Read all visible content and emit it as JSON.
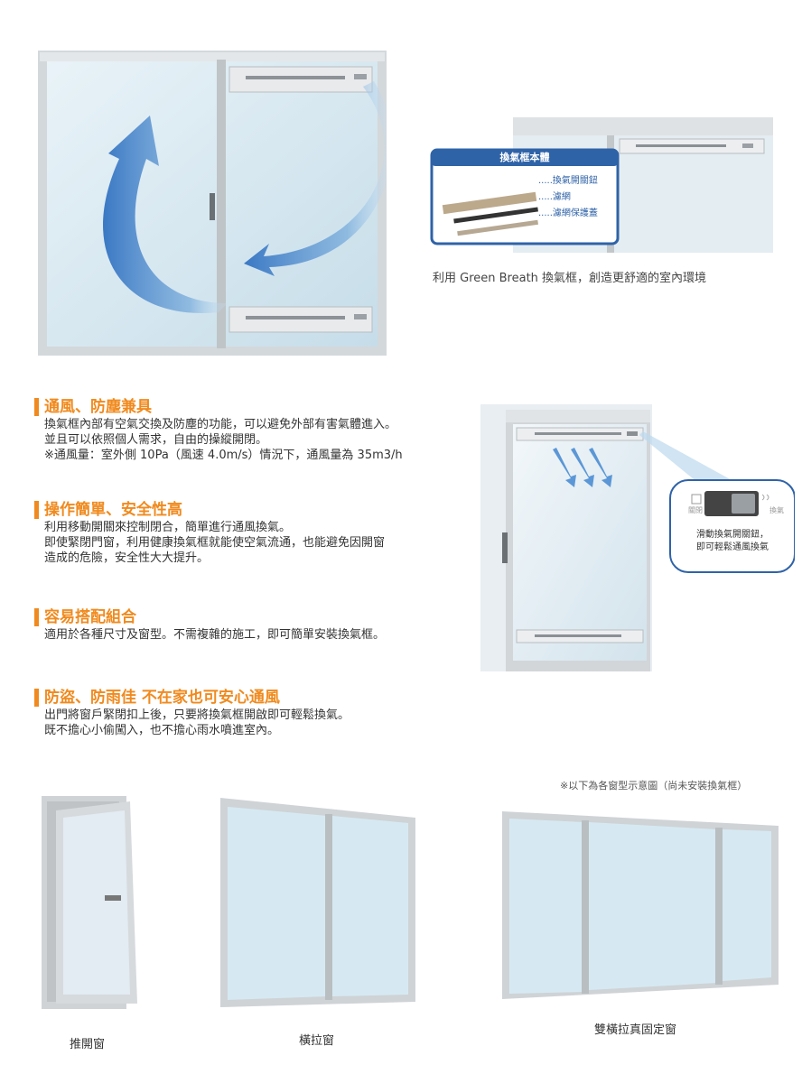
{
  "detail_callout": {
    "title": "換氣框本體",
    "items": [
      ".....換氣開關鈕",
      ".....濾網",
      ".....濾網保護蓋"
    ]
  },
  "caption_top": "利用 Green Breath 換氣框，創造更舒適的室內環境",
  "features": [
    {
      "title": "通風、防塵兼具",
      "lines": [
        "換氣框內部有空氣交換及防塵的功能，可以避免外部有害氣體進入。",
        "並且可以依照個人需求，自由的操縱開閉。",
        "※通風量：室外側 10Pa（風速 4.0m/s）情況下，通風量為 35m3/h"
      ]
    },
    {
      "title": "操作簡單、安全性高",
      "lines": [
        "利用移動開關來控制閉合，簡單進行通風換氣。",
        "即使緊閉門窗，利用健康換氣框就能使空氣流通，也能避免因開窗",
        "造成的危險，安全性大大提升。"
      ]
    },
    {
      "title": "容易搭配組合",
      "lines": [
        "適用於各種尺寸及窗型。不需複雜的施工，即可簡單安裝換氣框。"
      ]
    },
    {
      "title": "防盜、防雨佳 不在家也可安心通風",
      "lines": [
        "出門將窗戶緊閉扣上後，只要將換氣框開啟即可輕鬆換氣。",
        "既不擔心小偷闖入，也不擔心雨水噴進室內。"
      ]
    }
  ],
  "switch_callout": {
    "left_label": "關閉",
    "right_label": "換氣",
    "text_line1": "滑動換氣開關鈕，",
    "text_line2": "即可輕鬆通風換氣"
  },
  "window_types_note": "※以下為各窗型示意圖（尚未安裝換氣框）",
  "window_types": [
    "推開窗",
    "橫拉窗",
    "雙橫拉真固定窗"
  ],
  "colors": {
    "accent": "#f08a1e",
    "glass": "#d6e9f3",
    "frame": "#c9cdd0",
    "arrow": "#3a78c4"
  }
}
